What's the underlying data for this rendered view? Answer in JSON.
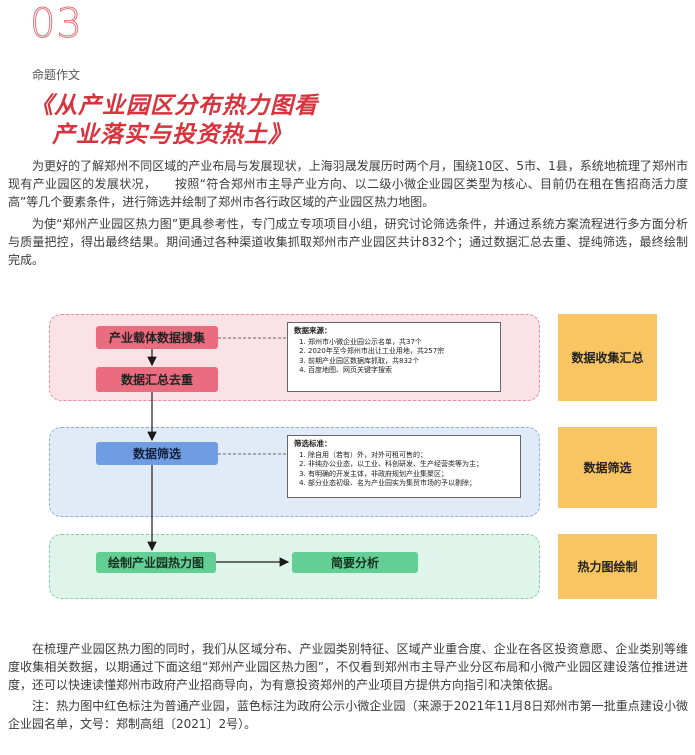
{
  "section": {
    "number": "03",
    "label": "命题作文"
  },
  "title": {
    "line1": "《从产业园区分布热力图看",
    "line2": "产业落实与投资热土》"
  },
  "paragraphs": {
    "p1": "为更好的了解郑州不同区域的产业布局与发展现状，上海羽晟发展历时两个月，围绕10区、5市、1县，系统地梳理了郑州市现有产业园区的发展状况，　　按照“符合郑州市主导产业方向、以二级小微企业园区类型为核心、目前仍在租在售招商活力度高”等几个要素条件，进行筛选并绘制了郑州市各行政区域的产业园区热力地图。",
    "p2": "为使“郑州产业园区热力图”更具参考性，专门成立专项项目小组，研究讨论筛选条件，并通过系统方案流程进行多方面分析与质量把控，得出最终结果。期间通过各种渠道收集抓取郑州市产业园区共计832个；通过数据汇总去重、提纯筛选，最终绘制完成。",
    "p3": "在梳理产业园区热力图的同时，我们从区域分布、产业园类别特征、区域产业重合度、企业在各区投资意愿、企业类别等维度收集相关数据，以期通过下面这组“郑州产业园区热力图”，不仅看到郑州市主导产业分区布局和小微产业园区建设落位推进进度，还可以快速读懂郑州市政府产业招商导向，为有意投资郑州的产业项目方提供方向指引和决策依据。",
    "p4": "注：热力图中红色标注为普通产业园，蓝色标注为政府公示小微企业园（来源于2021年11月8日郑州市第一批重点建设小微企业园名单，文号：郑制高组〔2021〕2号）。"
  },
  "flow": {
    "collect_box": "产业载体数据搜集",
    "dedupe_box": "数据汇总去重",
    "filter_box": "数据筛选",
    "draw_box": "绘制产业园热力图",
    "analysis_box": "简要分析",
    "stage1": "数据收集汇总",
    "stage2": "数据筛选",
    "stage3": "热力图绘制",
    "sources": {
      "head": "数据来源：",
      "items": [
        "郑州市小微企业园公示名单，共37个",
        "2020年至今郑州市出让工业用地，共257宗",
        "前期产业园区数据库抓取，共832个",
        "百度地图、网页关键字搜索"
      ]
    },
    "criteria": {
      "head": "筛选标准：",
      "items": [
        "除自用（若有）外，对外可租可售的；",
        "非纯办公业态，以工业、科创研发、生产经营类等为主；",
        "有明确的开发主体，非政府规划产业集聚区；",
        "部分业态初级、名为产业园实为集贸市场的予以剔除；"
      ]
    }
  }
}
